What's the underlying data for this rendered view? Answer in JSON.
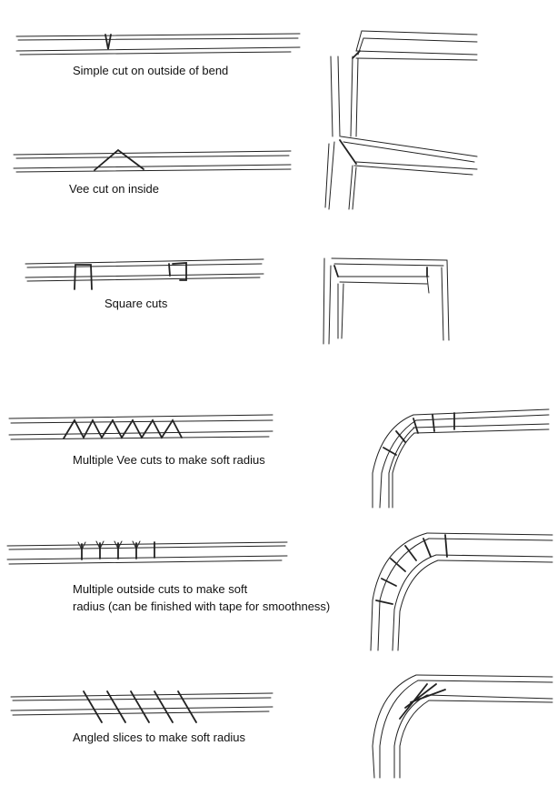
{
  "labels": {
    "simple_cut": "Simple cut on outside of bend",
    "vee_cut": "Vee cut on inside",
    "square_cuts": "Square cuts",
    "multiple_vee": "Multiple Vee cuts to make soft radius",
    "multiple_outside_line1": "Multiple outside cuts to make soft",
    "multiple_outside_line2": "radius (can be finished with tape for smoothness)",
    "angled_slices": "Angled slices to make soft radius"
  }
}
